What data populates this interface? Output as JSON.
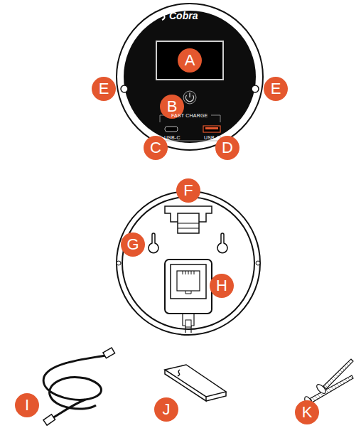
{
  "diagram": {
    "labels": [
      "Cobra",
      "A",
      "B",
      "FAST CHARGE",
      "USB-C",
      "USB-A",
      "C",
      "D",
      "E",
      "E",
      "F",
      "G",
      "H",
      "I",
      "J",
      "K"
    ]
  }
}
